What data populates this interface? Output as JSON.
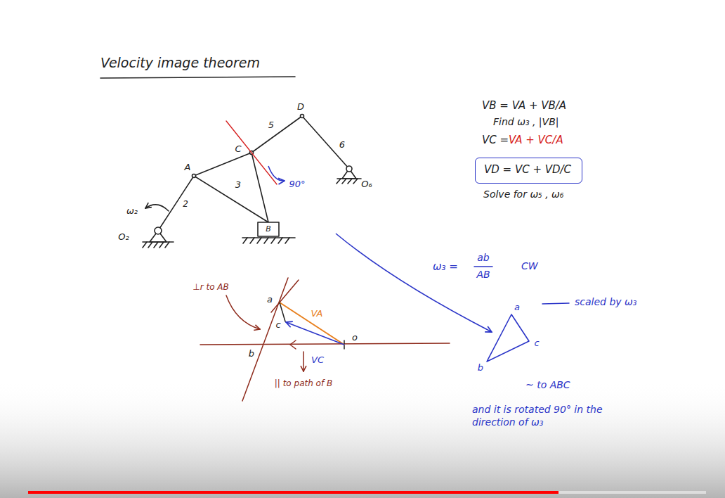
{
  "diagram": {
    "title": "Velocity image theorem",
    "nodes": [
      {
        "text": [
          "VD = VC + VD/C"
        ]
      }
    ],
    "labels": [
      "A",
      "C",
      "D",
      "3",
      "5",
      "6",
      "2",
      "ω₂",
      "O₂",
      "B",
      "O₆",
      "90°",
      "VB = VA + VB/A",
      "Find ω₃ , |VB|",
      "VC =",
      "VA + VC/A",
      "Solve for ω₅ , ω₆",
      "ω₃ =",
      "ab",
      "AB",
      "CW",
      "⊥r to AB",
      "a",
      "c",
      "VA",
      "o",
      "VC",
      "b",
      "|| to path of B",
      "a",
      "b",
      "c",
      "scaled by ω₃",
      "~ to ABC",
      "and it is rotated 90° in the direction of ω₃"
    ]
  }
}
